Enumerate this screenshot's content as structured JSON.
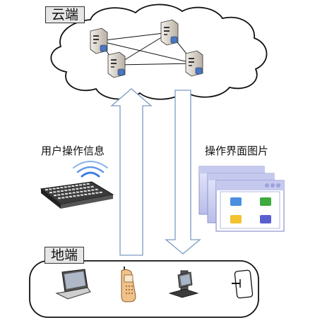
{
  "cloud": {
    "label": "云端"
  },
  "ground": {
    "label": "地端"
  },
  "upload_label": "用户操作信息",
  "download_label": "操作界面图片",
  "colors": {
    "arrow_stroke": "#7a9cc4",
    "server_body": "#c8c0b4",
    "db_blue": "#4a76c4",
    "wifi_blue": "#3a7de0",
    "window_frame": "#c6c9ee",
    "folder_blue": "#4b8fe0",
    "folder_green": "#3faa3f",
    "folder_yellow": "#f2c230",
    "folder_purple": "#5a5fd0"
  },
  "icons": [
    "server-icon",
    "keyboard-icon",
    "wifi-icon",
    "window-icon",
    "laptop-icon",
    "mobile-phone-icon",
    "desktop-computer-icon",
    "tablet-icon"
  ]
}
